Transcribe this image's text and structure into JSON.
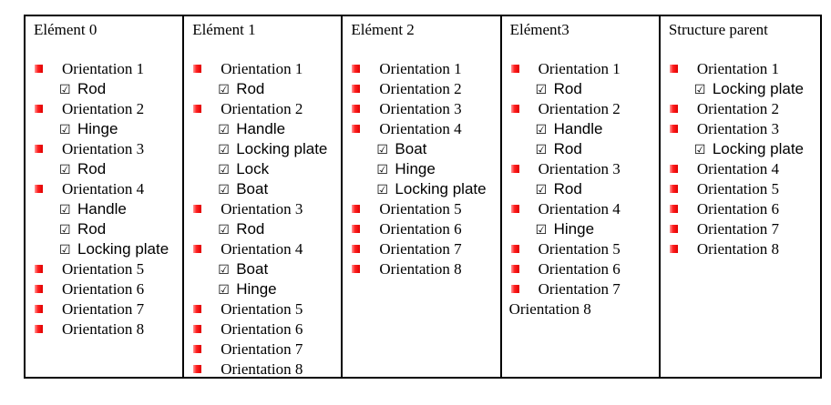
{
  "columns": [
    {
      "header": "Elément 0",
      "items": [
        {
          "kind": "orientation",
          "label": "Orientation 1",
          "bullet": true
        },
        {
          "kind": "sub",
          "label": "Rod"
        },
        {
          "kind": "orientation",
          "label": "Orientation 2",
          "bullet": true
        },
        {
          "kind": "sub",
          "label": "Hinge"
        },
        {
          "kind": "orientation",
          "label": "Orientation 3",
          "bullet": true
        },
        {
          "kind": "sub",
          "label": "Rod"
        },
        {
          "kind": "orientation",
          "label": "Orientation 4",
          "bullet": true
        },
        {
          "kind": "sub",
          "label": "Handle"
        },
        {
          "kind": "sub",
          "label": "Rod"
        },
        {
          "kind": "sub",
          "label": "Locking plate"
        },
        {
          "kind": "orientation",
          "label": "Orientation 5",
          "bullet": true
        },
        {
          "kind": "orientation",
          "label": "Orientation 6",
          "bullet": true
        },
        {
          "kind": "orientation",
          "label": "Orientation 7",
          "bullet": true
        },
        {
          "kind": "orientation",
          "label": "Orientation 8",
          "bullet": true
        }
      ]
    },
    {
      "header": "Elément 1",
      "items": [
        {
          "kind": "orientation",
          "label": "Orientation 1",
          "bullet": true
        },
        {
          "kind": "sub",
          "label": "Rod"
        },
        {
          "kind": "orientation",
          "label": "Orientation 2",
          "bullet": true
        },
        {
          "kind": "sub",
          "label": "Handle"
        },
        {
          "kind": "sub",
          "label": "Locking plate"
        },
        {
          "kind": "sub",
          "label": "Lock"
        },
        {
          "kind": "sub",
          "label": "Boat"
        },
        {
          "kind": "orientation",
          "label": "Orientation 3",
          "bullet": true
        },
        {
          "kind": "sub",
          "label": "Rod"
        },
        {
          "kind": "orientation",
          "label": "Orientation 4",
          "bullet": true
        },
        {
          "kind": "sub",
          "label": "Boat"
        },
        {
          "kind": "sub",
          "label": "Hinge"
        },
        {
          "kind": "orientation",
          "label": "Orientation 5",
          "bullet": true
        },
        {
          "kind": "orientation",
          "label": "Orientation 6",
          "bullet": true
        },
        {
          "kind": "orientation",
          "label": "Orientation 7",
          "bullet": true
        },
        {
          "kind": "orientation",
          "label": "Orientation 8",
          "bullet": true
        }
      ]
    },
    {
      "header": "Elément 2",
      "items": [
        {
          "kind": "orientation",
          "label": "Orientation 1",
          "bullet": true
        },
        {
          "kind": "orientation",
          "label": "Orientation 2",
          "bullet": true
        },
        {
          "kind": "orientation",
          "label": "Orientation 3",
          "bullet": true
        },
        {
          "kind": "orientation",
          "label": "Orientation 4",
          "bullet": true
        },
        {
          "kind": "sub",
          "label": "Boat"
        },
        {
          "kind": "sub",
          "label": "Hinge"
        },
        {
          "kind": "sub",
          "label": "Locking plate"
        },
        {
          "kind": "orientation",
          "label": "Orientation 5",
          "bullet": true
        },
        {
          "kind": "orientation",
          "label": "Orientation 6",
          "bullet": true
        },
        {
          "kind": "orientation",
          "label": "Orientation 7",
          "bullet": true
        },
        {
          "kind": "orientation",
          "label": "Orientation 8",
          "bullet": true
        }
      ]
    },
    {
      "header": "Elément3",
      "items": [
        {
          "kind": "orientation",
          "label": "Orientation 1",
          "bullet": true
        },
        {
          "kind": "sub",
          "label": "Rod"
        },
        {
          "kind": "orientation",
          "label": "Orientation 2",
          "bullet": true
        },
        {
          "kind": "sub",
          "label": "Handle"
        },
        {
          "kind": "sub",
          "label": "Rod"
        },
        {
          "kind": "orientation",
          "label": "Orientation 3",
          "bullet": true
        },
        {
          "kind": "sub",
          "label": "Rod"
        },
        {
          "kind": "orientation",
          "label": "Orientation 4",
          "bullet": true
        },
        {
          "kind": "sub",
          "label": "Hinge"
        },
        {
          "kind": "orientation",
          "label": "Orientation 5",
          "bullet": true
        },
        {
          "kind": "orientation",
          "label": "Orientation 6",
          "bullet": true
        },
        {
          "kind": "orientation",
          "label": "Orientation 7",
          "bullet": true
        },
        {
          "kind": "orientation",
          "label": "Orientation 8",
          "bullet": false
        }
      ]
    },
    {
      "header": "Structure parent",
      "items": [
        {
          "kind": "orientation",
          "label": "Orientation 1",
          "bullet": true
        },
        {
          "kind": "sub",
          "label": "Locking plate"
        },
        {
          "kind": "orientation",
          "label": "Orientation 2",
          "bullet": true
        },
        {
          "kind": "orientation",
          "label": "Orientation 3",
          "bullet": true
        },
        {
          "kind": "sub",
          "label": "Locking plate"
        },
        {
          "kind": "orientation",
          "label": "Orientation 4",
          "bullet": true
        },
        {
          "kind": "orientation",
          "label": "Orientation 5",
          "bullet": true
        },
        {
          "kind": "orientation",
          "label": "Orientation 6",
          "bullet": true
        },
        {
          "kind": "orientation",
          "label": "Orientation 7",
          "bullet": true
        },
        {
          "kind": "orientation",
          "label": "Orientation 8",
          "bullet": true
        }
      ]
    }
  ],
  "check_glyph": "☑",
  "colors": {
    "bullet": "#e00000",
    "border": "#000000"
  }
}
